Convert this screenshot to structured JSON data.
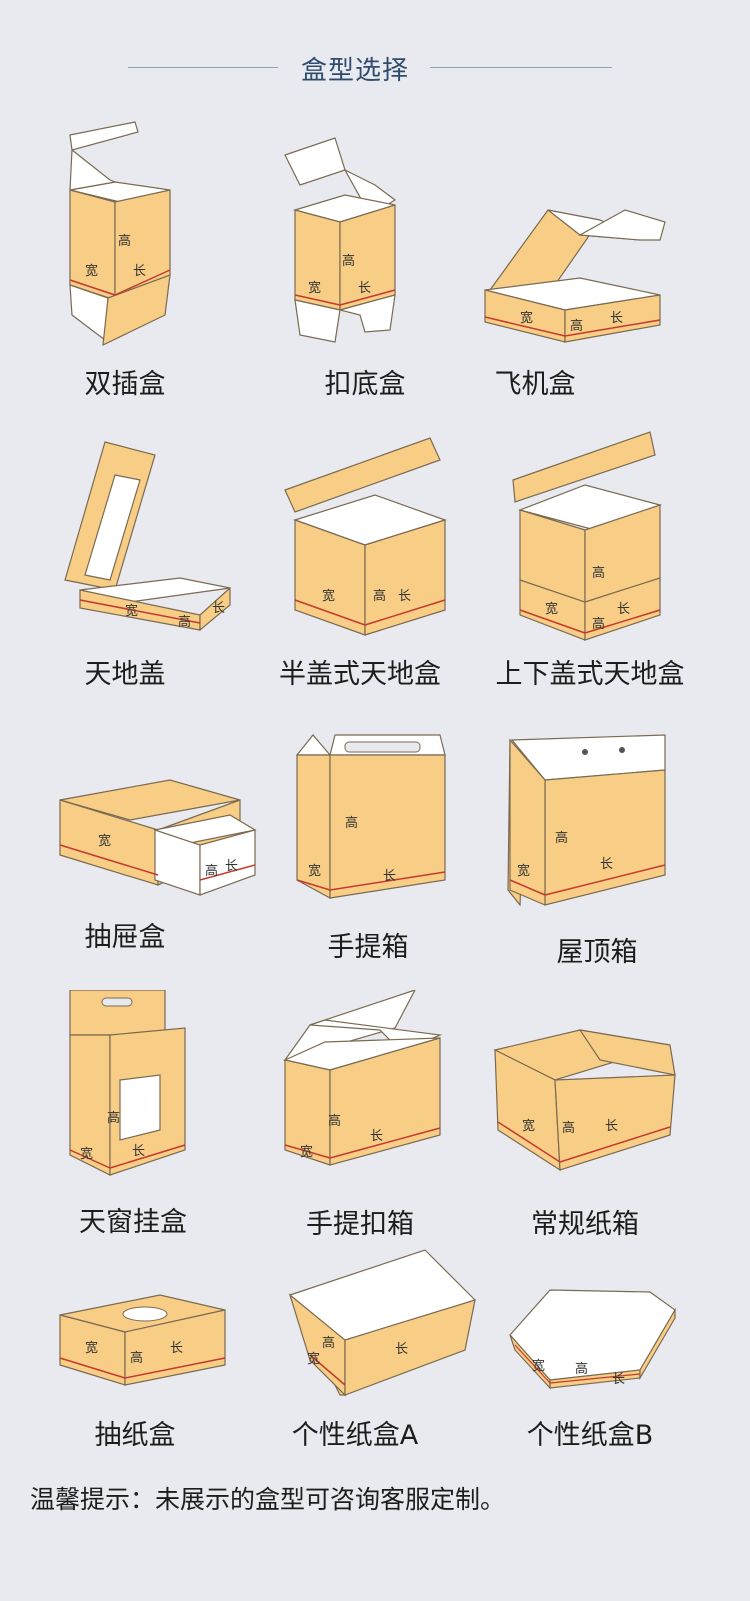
{
  "header": {
    "title": "盒型选择"
  },
  "boxes": [
    {
      "label": "双插盒"
    },
    {
      "label": "扣底盒"
    },
    {
      "label": "飞机盒"
    },
    {
      "label": "天地盖"
    },
    {
      "label": "半盖式天地盒"
    },
    {
      "label": "上下盖式天地盒"
    },
    {
      "label": "抽屉盒"
    },
    {
      "label": "手提箱"
    },
    {
      "label": "屋顶箱"
    },
    {
      "label": "天窗挂盒"
    },
    {
      "label": "手提扣箱"
    },
    {
      "label": "常规纸箱"
    },
    {
      "label": "抽纸盒"
    },
    {
      "label": "个性纸盒A"
    },
    {
      "label": "个性纸盒B"
    }
  ],
  "dims": {
    "width": "宽",
    "height": "高",
    "length": "长"
  },
  "footer": {
    "tip": "温馨提示：未展示的盒型可咨询客服定制。"
  },
  "colors": {
    "box_fill": "#f8cd86",
    "box_stroke": "#7a6a52",
    "inner": "#ffffff",
    "accent_line": "#c53a2e",
    "background": "#e9eaef"
  }
}
